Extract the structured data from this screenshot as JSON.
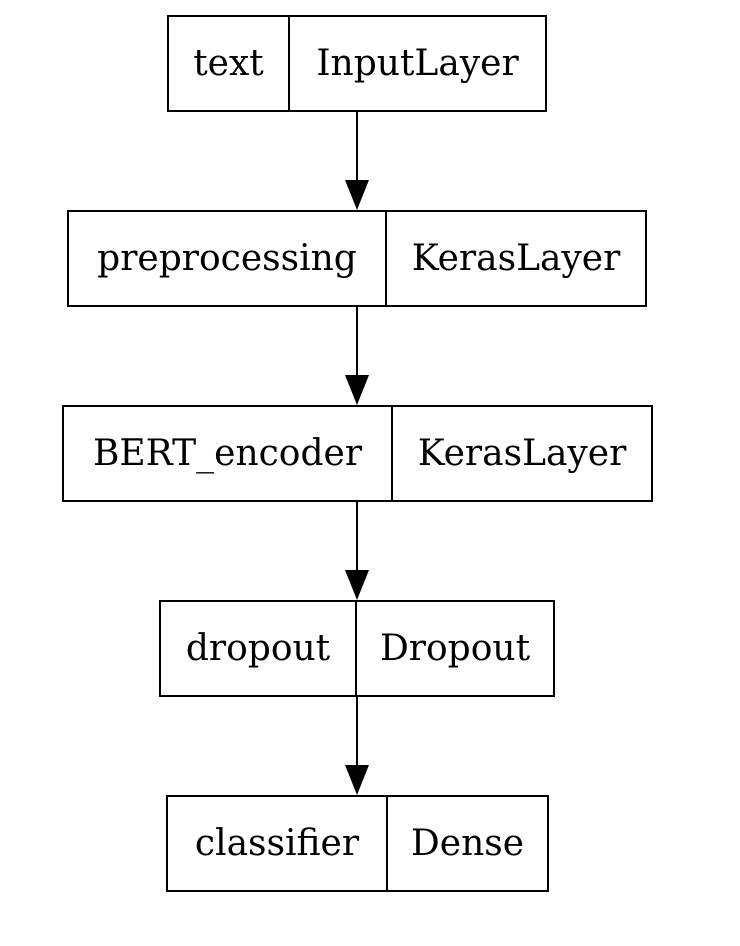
{
  "diagram": {
    "type": "model-architecture-graph",
    "layers": [
      {
        "name": "text",
        "type": "InputLayer"
      },
      {
        "name": "preprocessing",
        "type": "KerasLayer"
      },
      {
        "name": "BERT_encoder",
        "type": "KerasLayer"
      },
      {
        "name": "dropout",
        "type": "Dropout"
      },
      {
        "name": "classifier",
        "type": "Dense"
      }
    ],
    "edges": [
      {
        "from": "text",
        "to": "preprocessing"
      },
      {
        "from": "preprocessing",
        "to": "BERT_encoder"
      },
      {
        "from": "BERT_encoder",
        "to": "dropout"
      },
      {
        "from": "dropout",
        "to": "classifier"
      }
    ]
  }
}
